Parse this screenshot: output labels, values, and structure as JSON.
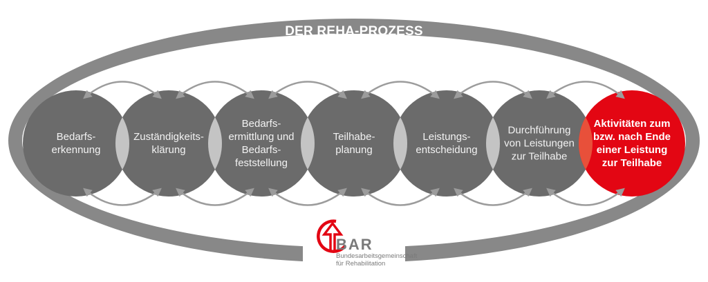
{
  "title": "DER REHA-PROZESS",
  "colors": {
    "ring": "#888888",
    "circle": "#6b6b6b",
    "lens": "#c4c4c4",
    "active_circle": "#e30613",
    "active_lens": "#e8503a",
    "arrow": "#9c9c9c",
    "logo_red": "#e30613",
    "logo_grey": "#7a7a7a"
  },
  "steps": [
    {
      "lines": [
        "Bedarfs-",
        "erkennung"
      ],
      "active": false
    },
    {
      "lines": [
        "Zuständigkeits-",
        "klärung"
      ],
      "active": false
    },
    {
      "lines": [
        "Bedarfs-",
        "ermittlung und",
        "Bedarfs-",
        "feststellung"
      ],
      "active": false
    },
    {
      "lines": [
        "Teilhabe-",
        "planung"
      ],
      "active": false
    },
    {
      "lines": [
        "Leistungs-",
        "entscheidung"
      ],
      "active": false
    },
    {
      "lines": [
        "Durchführung",
        "von Leistungen",
        "zur Teilhabe"
      ],
      "active": false
    },
    {
      "lines": [
        "Aktivitäten zum",
        "bzw. nach Ende",
        "einer Leistung",
        "zur Teilhabe"
      ],
      "active": true
    }
  ],
  "logo": {
    "name": "BAR",
    "subtitle_lines": [
      "Bundesarbeitsgemeinschaft",
      "für Rehabilitation"
    ]
  }
}
